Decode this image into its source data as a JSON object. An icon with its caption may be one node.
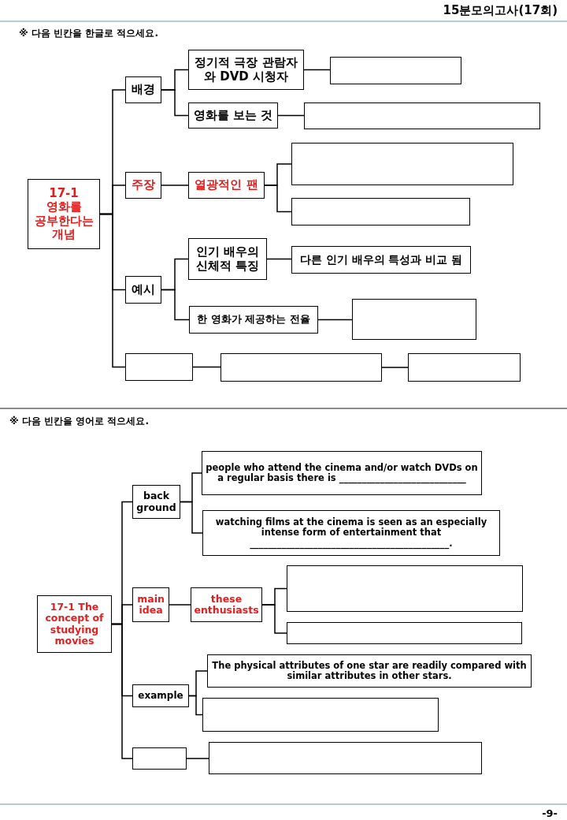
{
  "diagram": {
    "nodes": [
      {
        "text": [
          "17-1 영화를 공부한다는 개념"
        ]
      },
      {
        "text": [
          "배경"
        ]
      },
      {
        "text": [
          "주장"
        ]
      },
      {
        "text": [
          "예시"
        ]
      },
      {
        "text": [],
        "shape": "box"
      },
      {
        "text": [
          "정기적 극장 관람자 와 DVD 시청자"
        ]
      },
      {
        "text": [
          "영화를 보는 것"
        ]
      },
      {
        "text": [
          "열광적인 팬"
        ]
      },
      {
        "text": [
          "인기 배우의 신체적 특징"
        ]
      },
      {
        "text": [
          "한 영화가 제공하는 전율"
        ]
      },
      {
        "text": [],
        "shape": "box"
      },
      {
        "text": [],
        "shape": "box"
      },
      {
        "text": [],
        "shape": "box"
      },
      {
        "text": [],
        "shape": "box"
      },
      {
        "text": [
          "다른 인기 배우의 특성과 비교 됨"
        ]
      },
      {
        "text": [],
        "shape": "box"
      },
      {
        "text": [],
        "shape": "box"
      },
      {
        "text": [],
        "shape": "box"
      },
      {
        "text": [
          "17-1 The concept of studying movies"
        ]
      },
      {
        "text": [
          "back ground"
        ]
      },
      {
        "text": [
          "main idea"
        ]
      },
      {
        "text": [
          "example"
        ]
      },
      {
        "text": [],
        "shape": "box"
      },
      {
        "text": [
          "people who attend the cinema and/or watch DVDs on a regular basis there is ____________________________"
        ]
      },
      {
        "text": [
          "watching films at the cinema is seen as an especially intense form of entertainment that ____________________________________________."
        ]
      },
      {
        "text": [
          "these enthusiasts"
        ]
      },
      {
        "text": [],
        "shape": "box"
      },
      {
        "text": [],
        "shape": "box"
      },
      {
        "text": [
          "The physical attributes of one star are readily compared with similar attributes in other stars."
        ]
      },
      {
        "text": [],
        "shape": "box"
      },
      {
        "text": [],
        "shape": "box"
      }
    ],
    "edges": [
      {
        "from": 0,
        "to": 1,
        "arrow": "none"
      },
      {
        "from": 0,
        "to": 2,
        "arrow": "none"
      },
      {
        "from": 0,
        "to": 3,
        "arrow": "none"
      },
      {
        "from": 0,
        "to": 4,
        "arrow": "none"
      },
      {
        "from": 1,
        "to": 5,
        "arrow": "none"
      },
      {
        "from": 1,
        "to": 6,
        "arrow": "none"
      },
      {
        "from": 2,
        "to": 7,
        "arrow": "none"
      },
      {
        "from": 3,
        "to": 8,
        "arrow": "none"
      },
      {
        "from": 3,
        "to": 9,
        "arrow": "none"
      },
      {
        "from": 4,
        "to": 16,
        "arrow": "none"
      },
      {
        "from": 5,
        "to": 10,
        "arrow": "none"
      },
      {
        "from": 6,
        "to": 11,
        "arrow": "none"
      },
      {
        "from": 7,
        "to": 12,
        "arrow": "none"
      },
      {
        "from": 7,
        "to": 13,
        "arrow": "none"
      },
      {
        "from": 8,
        "to": 14,
        "arrow": "none"
      },
      {
        "from": 9,
        "to": 15,
        "arrow": "none"
      },
      {
        "from": 16,
        "to": 17,
        "arrow": "none"
      },
      {
        "from": 18,
        "to": 19,
        "arrow": "none"
      },
      {
        "from": 18,
        "to": 20,
        "arrow": "none"
      },
      {
        "from": 18,
        "to": 21,
        "arrow": "none"
      },
      {
        "from": 18,
        "to": 22,
        "arrow": "none"
      },
      {
        "from": 19,
        "to": 23,
        "arrow": "none"
      },
      {
        "from": 19,
        "to": 24,
        "arrow": "none"
      },
      {
        "from": 20,
        "to": 25,
        "arrow": "none"
      },
      {
        "from": 25,
        "to": 26,
        "arrow": "none"
      },
      {
        "from": 25,
        "to": 27,
        "arrow": "none"
      },
      {
        "from": 21,
        "to": 28,
        "arrow": "none"
      },
      {
        "from": 21,
        "to": 29,
        "arrow": "none"
      },
      {
        "from": 22,
        "to": 30,
        "arrow": "none"
      }
    ],
    "labels": [
      "15분모의고사(17회)",
      "※ 다음 빈칸을 한글로 적으세요.",
      "※ 다음 빈칸을 영어로 적으세요.",
      "-9-"
    ]
  }
}
